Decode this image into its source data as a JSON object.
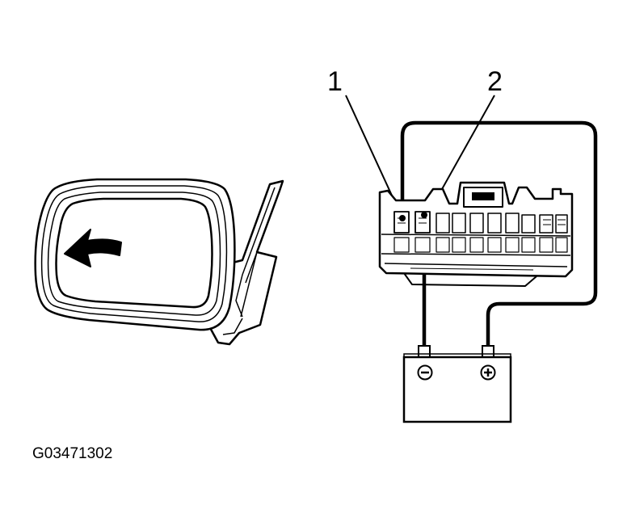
{
  "callouts": {
    "one": "1",
    "two": "2"
  },
  "figure_id": "G03471302",
  "battery": {
    "negative_symbol": "minus-symbol",
    "positive_symbol": "plus-symbol"
  },
  "colors": {
    "ink": "#000000",
    "paper": "#ffffff"
  }
}
